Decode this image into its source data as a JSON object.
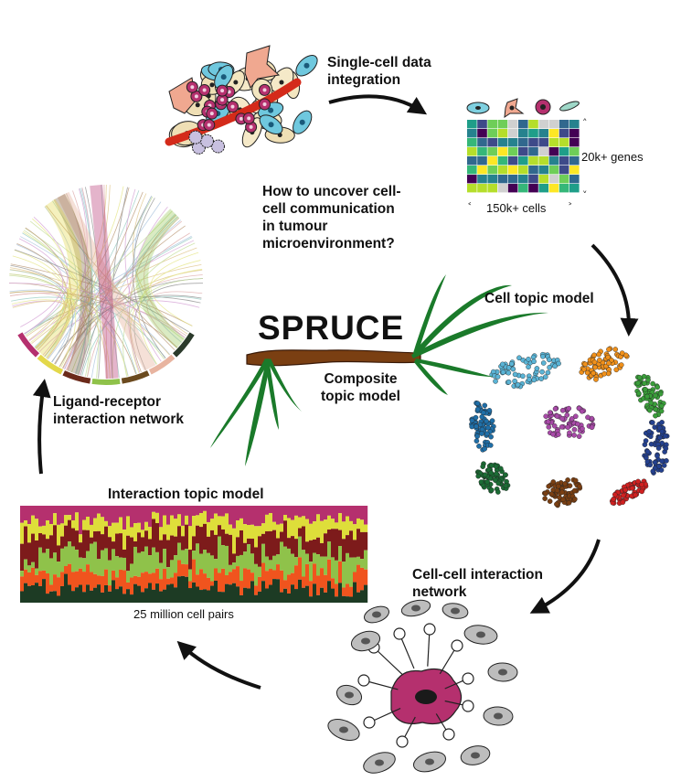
{
  "title": "SPRUCE",
  "question": {
    "line1": "How to uncover cell-",
    "line2": "cell communication",
    "line3": "in tumour",
    "line4": "microenvironment?"
  },
  "steps": {
    "integration": {
      "line1": "Single-cell data",
      "line2": "integration"
    },
    "cell_topic": "Cell topic model",
    "composite": {
      "line1": "Composite",
      "line2": "topic model"
    },
    "cci_network": {
      "line1": "Cell-cell interaction",
      "line2": "network"
    },
    "interaction_topic": "Interaction topic model",
    "lr_network": {
      "line1": "Ligand-receptor",
      "line2": "interaction network"
    }
  },
  "matrix": {
    "genes_label": "20k+ genes",
    "cells_label": "150k+ cells",
    "colors": [
      "#1f9e89",
      "#35b779",
      "#6ece58",
      "#b5de2b",
      "#fde725",
      "#31688e",
      "#26828e",
      "#d0d0d0",
      "#440154",
      "#3e4a89"
    ]
  },
  "stacked_bar": {
    "caption": "25 million cell pairs",
    "colors": [
      "#b5306e",
      "#dede3a",
      "#7d1b1b",
      "#8fc24a",
      "#f0541e",
      "#1d3b24"
    ]
  },
  "clusters": {
    "colors": [
      "#5ab4d6",
      "#f0901a",
      "#3a9e3a",
      "#a84aa8",
      "#1f6fa8",
      "#24418f",
      "#1b6b34",
      "#7a3f12",
      "#d02020"
    ]
  },
  "chord": {
    "segment_colors": [
      "#2b3a2b",
      "#e8b4a0",
      "#6b4a1e",
      "#8fc24a",
      "#6b2a1a",
      "#e3d84a",
      "#b5306e"
    ]
  }
}
